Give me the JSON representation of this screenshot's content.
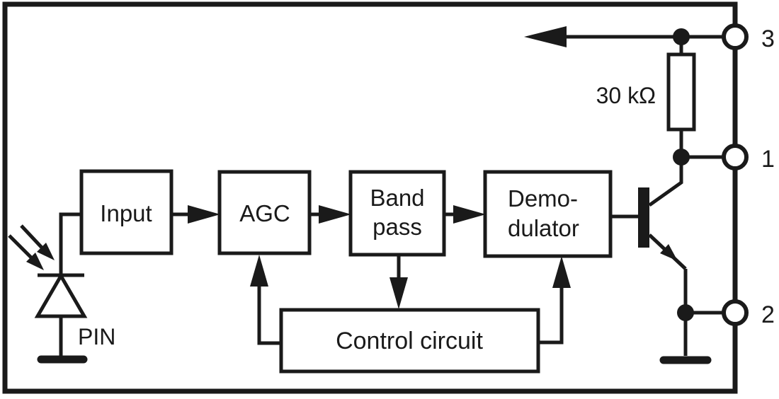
{
  "diagram": {
    "blocks": {
      "input": {
        "label": "Input"
      },
      "agc": {
        "label": "AGC"
      },
      "band_pass": {
        "line1": "Band",
        "line2": "pass"
      },
      "demodulator": {
        "line1": "Demo-",
        "line2": "dulator"
      },
      "control_circuit": {
        "label": "Control circuit"
      }
    },
    "photodiode": {
      "label": "PIN"
    },
    "resistor": {
      "label": "30 kΩ"
    },
    "pins": {
      "pin3": "3",
      "pin1": "1",
      "pin2": "2"
    },
    "colors": {
      "ink": "#1a1a1a",
      "paper": "#ffffff"
    }
  }
}
